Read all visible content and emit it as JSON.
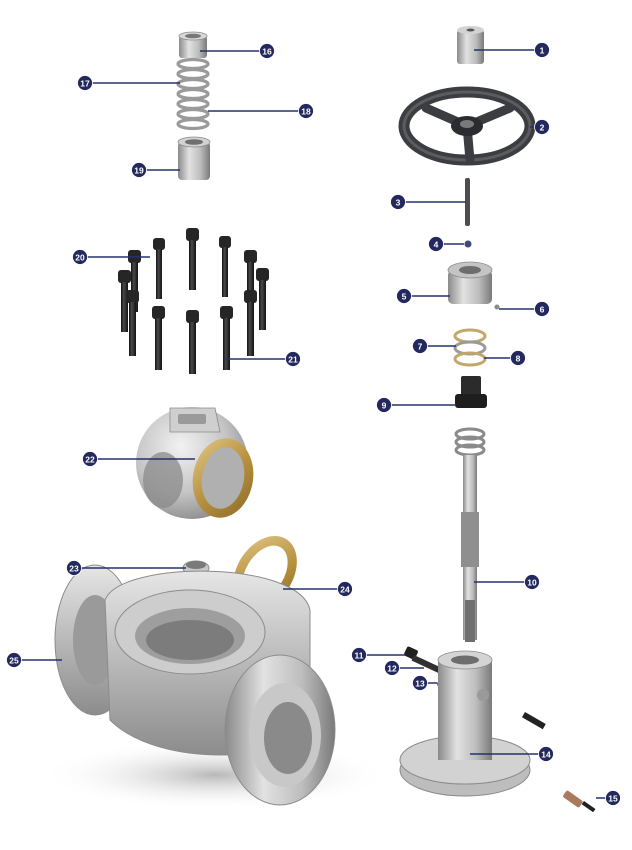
{
  "diagram": {
    "colors": {
      "leader": "#26306d",
      "badge": "#23295e",
      "badge_text": "#ffffff",
      "metal_light": "#dcdcdc",
      "metal_mid": "#b4b4b4",
      "metal_dark": "#7e7e7e",
      "handwheel": "#3b3d40",
      "bolt": "#1c1c1c",
      "seat_gold": "#c7a55a"
    },
    "callouts": [
      {
        "id": "1",
        "label": "1"
      },
      {
        "id": "2",
        "label": "2"
      },
      {
        "id": "3",
        "label": "3"
      },
      {
        "id": "4",
        "label": "4"
      },
      {
        "id": "5",
        "label": "5"
      },
      {
        "id": "6",
        "label": "6"
      },
      {
        "id": "7",
        "label": "7"
      },
      {
        "id": "8",
        "label": "8"
      },
      {
        "id": "9",
        "label": "9"
      },
      {
        "id": "10",
        "label": "10"
      },
      {
        "id": "11",
        "label": "11"
      },
      {
        "id": "12",
        "label": "12"
      },
      {
        "id": "13",
        "label": "13"
      },
      {
        "id": "14",
        "label": "14"
      },
      {
        "id": "15",
        "label": "15"
      },
      {
        "id": "16",
        "label": "16"
      },
      {
        "id": "17",
        "label": "17"
      },
      {
        "id": "18",
        "label": "18"
      },
      {
        "id": "19",
        "label": "19"
      },
      {
        "id": "20",
        "label": "20"
      },
      {
        "id": "21",
        "label": "21"
      },
      {
        "id": "22",
        "label": "22"
      },
      {
        "id": "23",
        "label": "23"
      },
      {
        "id": "24",
        "label": "24"
      },
      {
        "id": "25",
        "label": "25"
      }
    ]
  }
}
